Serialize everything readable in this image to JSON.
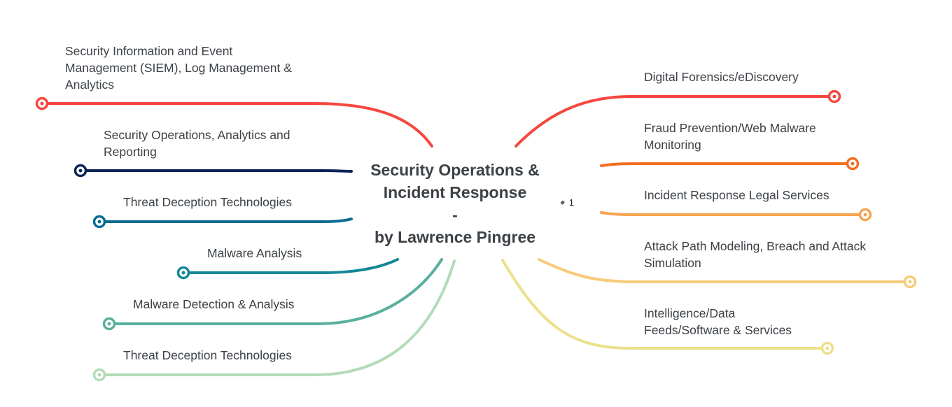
{
  "central_topic": {
    "line1": "Security Operations &",
    "line2": "Incident Response",
    "line3": "-",
    "line4": "by Lawrence Pingree",
    "link_count": "1",
    "link_icon": "link-icon"
  },
  "left_branches": [
    {
      "label_lines": [
        "Security Information and Event",
        "Management (SIEM), Log Management &",
        "Analytics"
      ],
      "color": "#f5473f"
    },
    {
      "label_lines": [
        "Security Operations, Analytics and",
        "Reporting"
      ],
      "color": "#0b2458"
    },
    {
      "label_lines": [
        "Threat Deception Technologies"
      ],
      "color": "#0b6b91"
    },
    {
      "label_lines": [
        "Malware Analysis"
      ],
      "color": "#138795"
    },
    {
      "label_lines": [
        "Malware Detection & Analysis"
      ],
      "color": "#5aaf9e"
    },
    {
      "label_lines": [
        "Threat Deception Technologies"
      ],
      "color": "#b2dcb8"
    }
  ],
  "right_branches": [
    {
      "label_lines": [
        "Digital Forensics/eDiscovery"
      ],
      "color": "#f5473f"
    },
    {
      "label_lines": [
        "Fraud Prevention/Web Malware",
        "Monitoring"
      ],
      "color": "#f26e22"
    },
    {
      "label_lines": [
        "Incident Response Legal Services"
      ],
      "color": "#f7a350"
    },
    {
      "label_lines": [
        "Attack Path Modeling, Breach and Attack",
        "Simulation"
      ],
      "color": "#f8cb7a"
    },
    {
      "label_lines": [
        "Intelligence/Data",
        "Feeds/Software & Services"
      ],
      "color": "#ebe18d"
    }
  ]
}
